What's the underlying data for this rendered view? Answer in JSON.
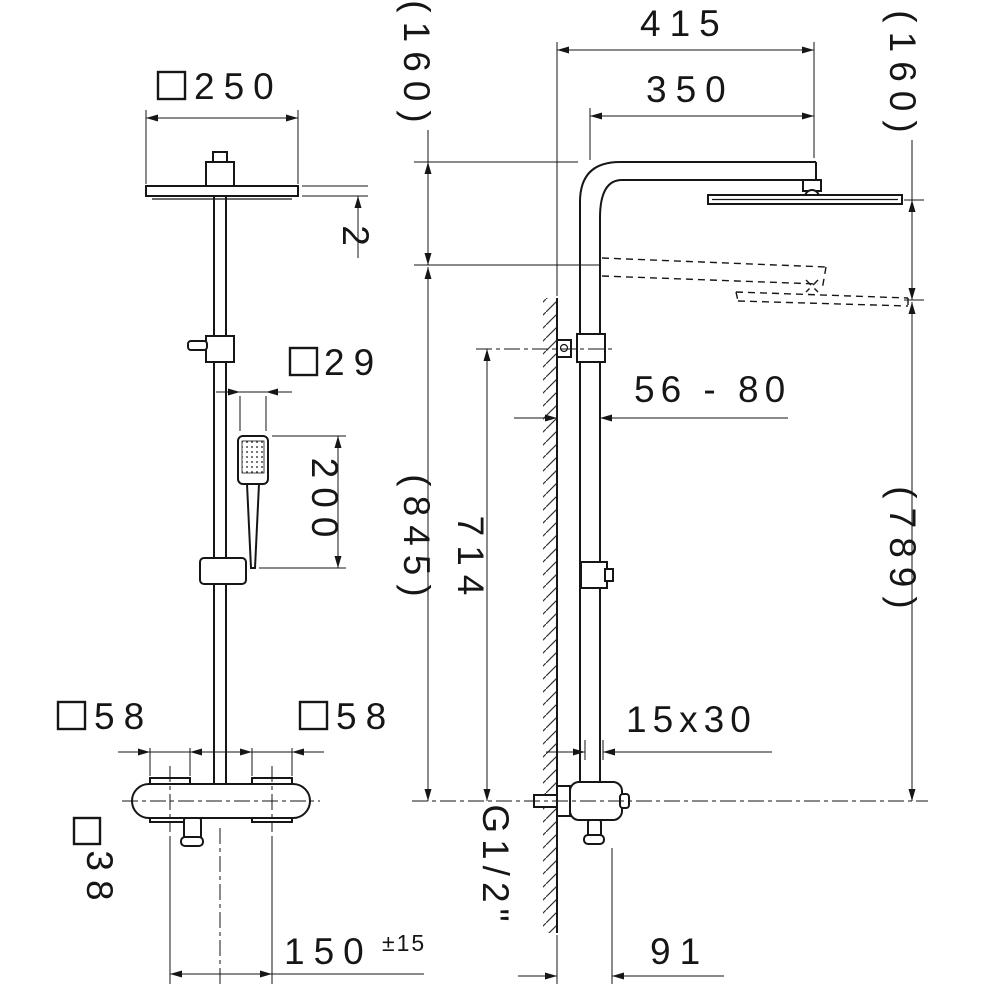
{
  "front": {
    "head_width": "250",
    "head_thickness": "2",
    "handshower_width": "29",
    "handshower_length": "200",
    "valve_left": "58",
    "valve_right": "58",
    "handle_size": "38",
    "inlet_spacing": "150",
    "inlet_tolerance": "±15"
  },
  "side": {
    "reach_overall": "415",
    "reach_axis": "350",
    "drop_left": "(160)",
    "drop_right": "(160)",
    "wall_distance": "56 - 80",
    "bracket_to_mixer": "714",
    "riser_height": "(845)",
    "head_to_mixer": "(789)",
    "slider_profile": "15x30",
    "inlet_thread": "G1/2\"",
    "mixer_depth": "91"
  }
}
